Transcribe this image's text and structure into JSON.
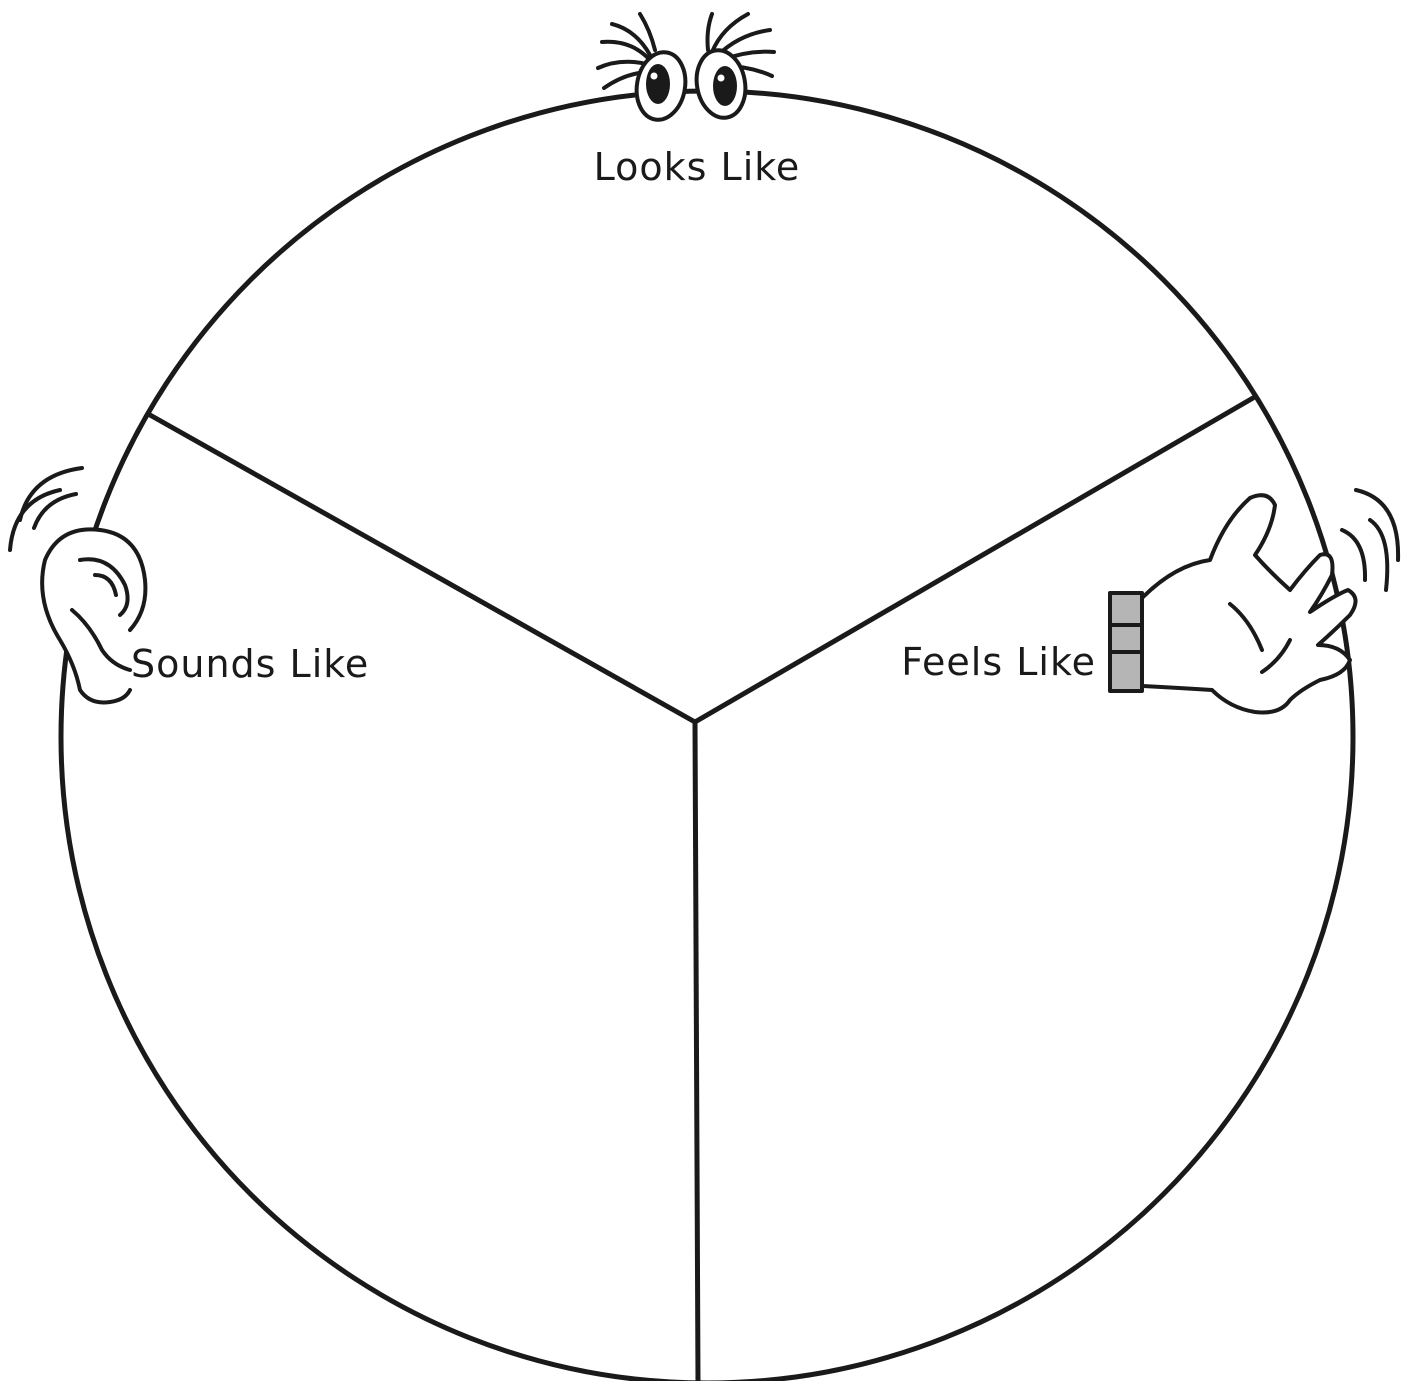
{
  "diagram": {
    "type": "three-section circle organizer",
    "sections": [
      {
        "label": "Looks Like",
        "icon": "eyes-icon"
      },
      {
        "label": "Sounds Like",
        "icon": "ear-icon"
      },
      {
        "label": "Feels Like",
        "icon": "hand-icon"
      }
    ],
    "colors": {
      "line": "#1a1a1a",
      "background": "#ffffff",
      "cuff": "#b5b5b5"
    }
  }
}
